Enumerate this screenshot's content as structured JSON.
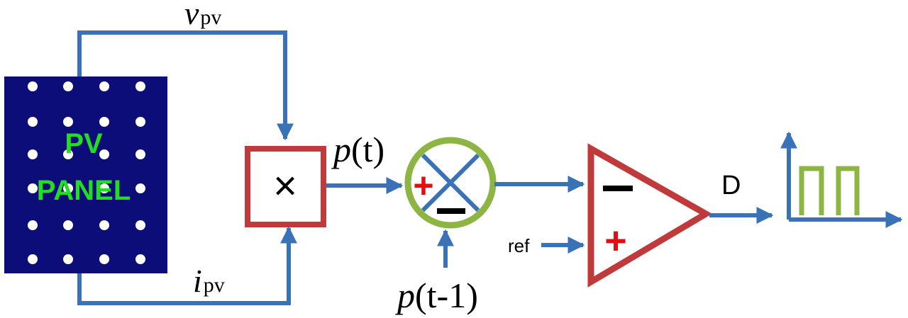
{
  "labels": {
    "vpv_main": "v",
    "vpv_sub": "pv",
    "ipv_main": "i",
    "ipv_sub": "pv",
    "panel_line1": "PV",
    "panel_line2": "PANEL",
    "multiply": "×",
    "pt_p": "p",
    "pt_rest": "(t)",
    "pt1_p": "p",
    "pt1_rest": "(t-1)",
    "sum_plus": "+",
    "sum_minus": "−",
    "comp_minus": "−",
    "comp_plus": "+",
    "ref": "ref",
    "duty": "D"
  },
  "colors": {
    "wire": "#3a72b8",
    "panel_fill": "#0d0d7a",
    "panel_dots": "#ffffff",
    "panel_text": "#22dd22",
    "multiplier_border": "#c0393b",
    "comparator_border": "#c0393b",
    "summer_border": "#8db543",
    "summer_cross": "#3a72b8",
    "plus_sign": "#e01010",
    "minus_sign": "#000000",
    "pulse": "#8db543"
  },
  "icons": {
    "multiplier": "multiply-icon",
    "pulse_output": "pwm-pulse-icon"
  }
}
